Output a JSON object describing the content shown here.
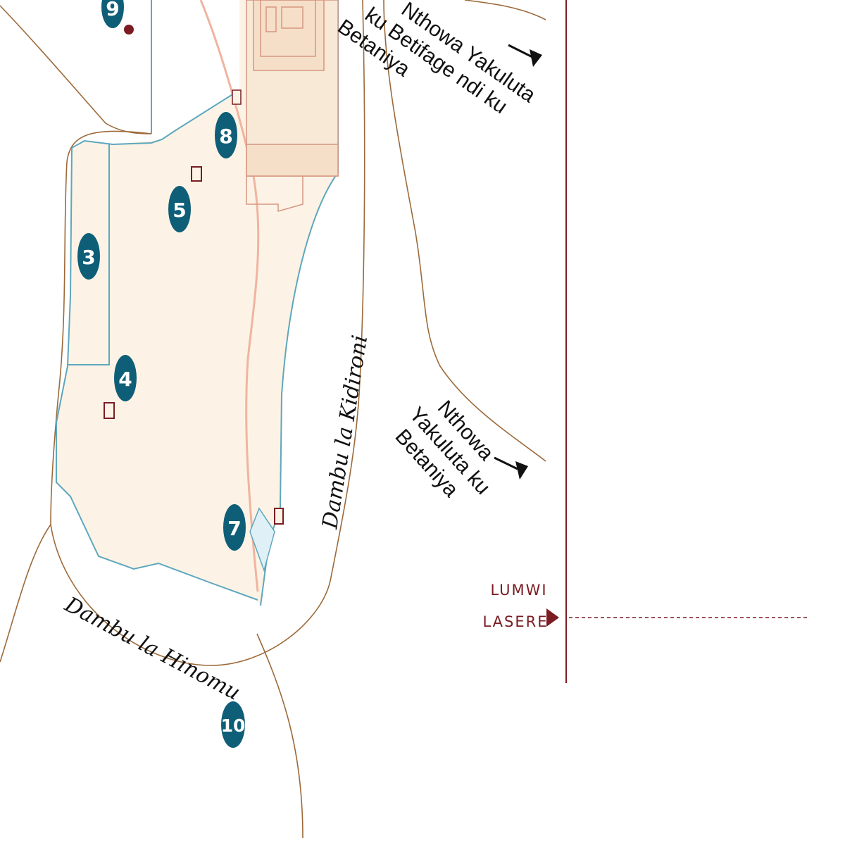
{
  "map": {
    "markers": [
      "9",
      "8",
      "5",
      "3",
      "4",
      "7",
      "10"
    ],
    "valleys": {
      "kidron": "Dambu la Kidironi",
      "hinnom": "Dambu la Hinomu"
    },
    "routes": {
      "route_1": [
        "Nthowa Yakuluta",
        "ku Betifage ndi ku",
        "Betaniya"
      ],
      "route_2": [
        "Nthowa",
        "Yakuluta ku",
        "Betaniya"
      ]
    },
    "legend": {
      "lines": [
        "LUMWI",
        "LASERE"
      ]
    },
    "colors": {
      "city_fill": "#fcf3e6",
      "wall": "#5ea7bd",
      "marker": "#0f5e78",
      "contour": "#9c6a3a",
      "road": "#f0b4a0",
      "accent_red": "#7a1c22",
      "pool": "#dff0f7"
    }
  }
}
